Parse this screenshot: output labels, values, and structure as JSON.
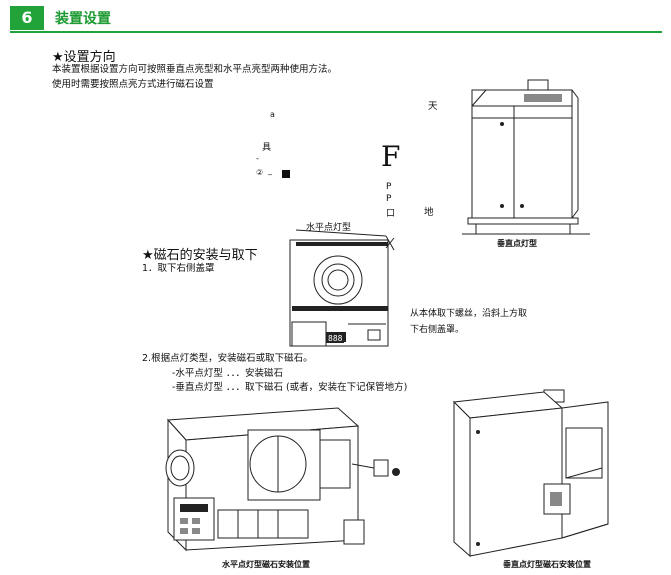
{
  "header": {
    "badge": "6",
    "title": "装置设置"
  },
  "orientation": {
    "title": "★设置方向",
    "line1": "本装置根据设置方向可按照垂直点亮型和水平点亮型两种使用方法。",
    "line2": "使用时需要按照点亮方式进行磁石设置"
  },
  "diagram": {
    "mark_a": "a",
    "mark_b": "具",
    "mark_c": "-",
    "mark_d": "②",
    "mark_e": "_",
    "big_f": "F",
    "p1": "P",
    "p2": "P",
    "p3": "口",
    "sky": "天",
    "ground": "地",
    "horizontal_label": "水平点灯型",
    "vertical_caption": "垂直点灯型"
  },
  "magnet": {
    "title": "★磁石的安装与取下",
    "step1": "1．取下右侧盖罩",
    "note1": "从本体取下螺丝，沿斜上方取",
    "note2": "下右侧盖罩。"
  },
  "step2": {
    "line1": "2.根据点灯类型，安装磁石或取下磁石。",
    "line2": "-水平点灯型 ．．．安装磁石",
    "line3": "-垂直点灯型 ．．．取下磁石 (或者，安装在下记保管地方)"
  },
  "captions": {
    "horizontal_pos": "水平点灯型磁石安装位置",
    "vertical_pos": "垂直点灯型磁石安装位置"
  },
  "panel": {
    "display": "888"
  }
}
